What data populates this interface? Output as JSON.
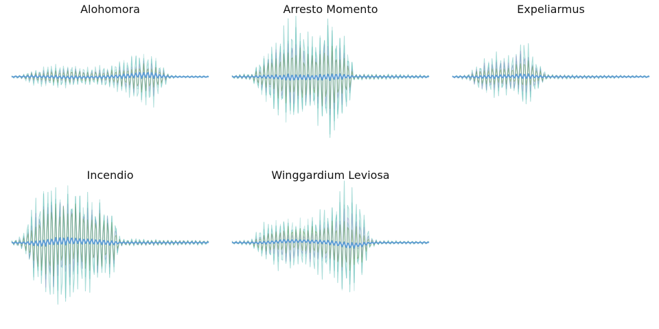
{
  "figure": {
    "background": "#ffffff",
    "title_color": "#111111",
    "axes_visible": false
  },
  "chart_data": [
    {
      "type": "line",
      "title": "Alohomora",
      "samples": 180,
      "ylim": [
        -1,
        1
      ],
      "envelope": [
        [
          0.0,
          0.02
        ],
        [
          0.05,
          0.05
        ],
        [
          0.1,
          0.18
        ],
        [
          0.2,
          0.28
        ],
        [
          0.3,
          0.32
        ],
        [
          0.4,
          0.22
        ],
        [
          0.5,
          0.3
        ],
        [
          0.6,
          0.55
        ],
        [
          0.66,
          0.75
        ],
        [
          0.72,
          0.7
        ],
        [
          0.76,
          0.35
        ],
        [
          0.8,
          0.05
        ],
        [
          0.85,
          0.02
        ],
        [
          1.0,
          0.02
        ]
      ],
      "series": [
        {
          "values_peak": 0.55,
          "color": "#2ca9a0",
          "opacity": 0.35,
          "seed": 11
        },
        {
          "values_peak": 0.3,
          "color": "#9b86c9",
          "opacity": 0.45,
          "seed": 12
        },
        {
          "values_peak": 0.25,
          "color": "#7a9a4a",
          "opacity": 0.55,
          "seed": 13
        },
        {
          "values_peak": 0.45,
          "color": "#2ca9a0",
          "opacity": 0.25,
          "seed": 14
        },
        {
          "values_peak": 0.05,
          "color": "#5b9bd5",
          "opacity": 0.95,
          "seed": 15
        }
      ]
    },
    {
      "type": "line",
      "title": "Arresto Momento",
      "samples": 180,
      "ylim": [
        -1,
        1
      ],
      "envelope": [
        [
          0.0,
          0.02
        ],
        [
          0.1,
          0.05
        ],
        [
          0.15,
          0.3
        ],
        [
          0.25,
          0.7
        ],
        [
          0.32,
          0.9
        ],
        [
          0.4,
          0.6
        ],
        [
          0.48,
          0.95
        ],
        [
          0.55,
          0.75
        ],
        [
          0.6,
          0.4
        ],
        [
          0.62,
          0.05
        ],
        [
          1.0,
          0.02
        ]
      ],
      "series": [
        {
          "values_peak": 0.9,
          "color": "#2ca9a0",
          "opacity": 0.4,
          "seed": 21
        },
        {
          "values_peak": 0.55,
          "color": "#9b86c9",
          "opacity": 0.45,
          "seed": 22
        },
        {
          "values_peak": 0.45,
          "color": "#7a9a4a",
          "opacity": 0.55,
          "seed": 23
        },
        {
          "values_peak": 0.8,
          "color": "#2ca9a0",
          "opacity": 0.3,
          "seed": 24
        },
        {
          "values_peak": 0.04,
          "color": "#5b9bd5",
          "opacity": 0.95,
          "seed": 25
        }
      ]
    },
    {
      "type": "line",
      "title": "Expeliarmus",
      "samples": 180,
      "ylim": [
        -1,
        1
      ],
      "envelope": [
        [
          0.0,
          0.02
        ],
        [
          0.08,
          0.05
        ],
        [
          0.15,
          0.35
        ],
        [
          0.22,
          0.45
        ],
        [
          0.3,
          0.4
        ],
        [
          0.36,
          0.75
        ],
        [
          0.42,
          0.4
        ],
        [
          0.48,
          0.05
        ],
        [
          1.0,
          0.02
        ]
      ],
      "series": [
        {
          "values_peak": 0.65,
          "color": "#2ca9a0",
          "opacity": 0.4,
          "seed": 31
        },
        {
          "values_peak": 0.45,
          "color": "#9b86c9",
          "opacity": 0.5,
          "seed": 32
        },
        {
          "values_peak": 0.3,
          "color": "#7a9a4a",
          "opacity": 0.55,
          "seed": 33
        },
        {
          "values_peak": 0.5,
          "color": "#2ca9a0",
          "opacity": 0.25,
          "seed": 34
        },
        {
          "values_peak": 0.04,
          "color": "#5b9bd5",
          "opacity": 0.95,
          "seed": 35
        }
      ]
    },
    {
      "type": "line",
      "title": "Incendio",
      "samples": 180,
      "ylim": [
        -1,
        1
      ],
      "envelope": [
        [
          0.0,
          0.02
        ],
        [
          0.06,
          0.1
        ],
        [
          0.12,
          0.6
        ],
        [
          0.18,
          0.95
        ],
        [
          0.28,
          0.9
        ],
        [
          0.36,
          0.75
        ],
        [
          0.45,
          0.65
        ],
        [
          0.52,
          0.45
        ],
        [
          0.55,
          0.05
        ],
        [
          1.0,
          0.03
        ]
      ],
      "series": [
        {
          "values_peak": 0.95,
          "color": "#2ca9a0",
          "opacity": 0.4,
          "seed": 41
        },
        {
          "values_peak": 0.65,
          "color": "#9b86c9",
          "opacity": 0.45,
          "seed": 42
        },
        {
          "values_peak": 0.55,
          "color": "#7a9a4a",
          "opacity": 0.55,
          "seed": 43
        },
        {
          "values_peak": 0.8,
          "color": "#2ca9a0",
          "opacity": 0.3,
          "seed": 44
        },
        {
          "values_peak": 0.05,
          "color": "#5b9bd5",
          "opacity": 0.95,
          "seed": 45
        }
      ]
    },
    {
      "type": "line",
      "title": "Winggardium Leviosa",
      "samples": 180,
      "ylim": [
        -1,
        1
      ],
      "envelope": [
        [
          0.0,
          0.02
        ],
        [
          0.1,
          0.05
        ],
        [
          0.16,
          0.3
        ],
        [
          0.26,
          0.45
        ],
        [
          0.36,
          0.4
        ],
        [
          0.46,
          0.55
        ],
        [
          0.54,
          0.85
        ],
        [
          0.6,
          0.9
        ],
        [
          0.66,
          0.55
        ],
        [
          0.7,
          0.1
        ],
        [
          0.75,
          0.03
        ],
        [
          1.0,
          0.02
        ]
      ],
      "series": [
        {
          "values_peak": 0.85,
          "color": "#2ca9a0",
          "opacity": 0.4,
          "seed": 51
        },
        {
          "values_peak": 0.45,
          "color": "#9b86c9",
          "opacity": 0.45,
          "seed": 52
        },
        {
          "values_peak": 0.4,
          "color": "#7a9a4a",
          "opacity": 0.55,
          "seed": 53
        },
        {
          "values_peak": 0.7,
          "color": "#2ca9a0",
          "opacity": 0.25,
          "seed": 54
        },
        {
          "values_peak": 0.04,
          "color": "#5b9bd5",
          "opacity": 0.95,
          "seed": 55
        }
      ]
    }
  ]
}
